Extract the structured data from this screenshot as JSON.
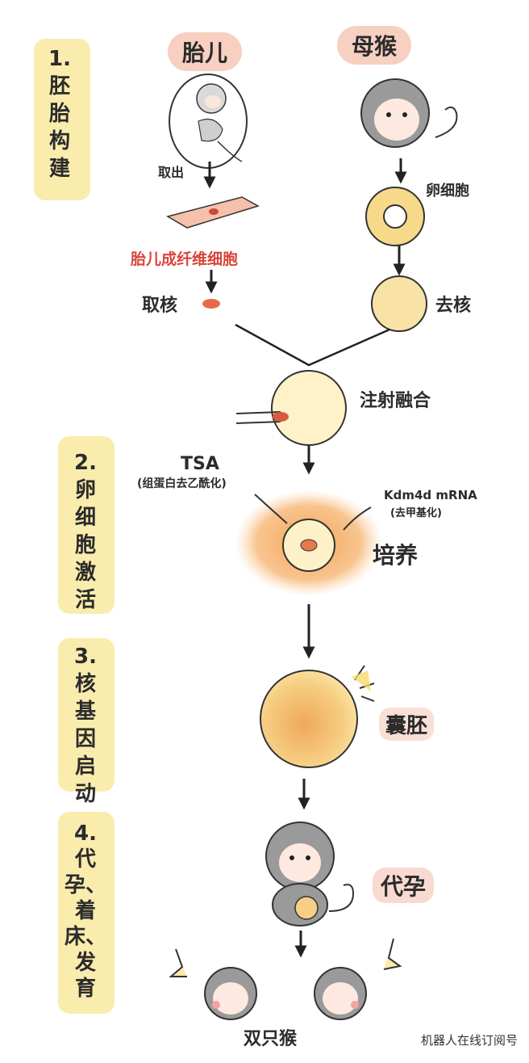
{
  "columns": {
    "left_title": "胎儿",
    "right_title": "母猴"
  },
  "stages": [
    {
      "number": "1.",
      "lines": [
        "胚",
        "胎",
        "构",
        "建"
      ]
    },
    {
      "number": "2.",
      "lines": [
        "卵",
        "细",
        "胞",
        "激",
        "活"
      ]
    },
    {
      "number": "3.",
      "lines": [
        "核",
        "基",
        "因",
        "启",
        "动"
      ]
    },
    {
      "number": "4.",
      "lines": [
        "代",
        "孕、",
        "着",
        "床、",
        "发",
        "育"
      ]
    }
  ],
  "steps": {
    "extract": "取出",
    "fibroblast": "胎儿成纤维细胞",
    "take_nucleus": "取核",
    "oocyte": "卵细胞",
    "enucleate": "去核",
    "inject_fusion": "注射融合",
    "tsa": "TSA",
    "tsa_note": "(组蛋白去乙酰化)",
    "kdm": "Kdm4d mRNA",
    "kdm_note": "(去甲基化)",
    "culture": "培养",
    "blastocyst": "囊胚",
    "surrogate": "代孕",
    "twins": "双只猴"
  },
  "watermark": "机器人在线订阅号",
  "colors": {
    "accent": "#f0a04b",
    "title_bar": "#f6dc6a",
    "salmon": "#e8836a",
    "yolk": "#f7d98a"
  }
}
